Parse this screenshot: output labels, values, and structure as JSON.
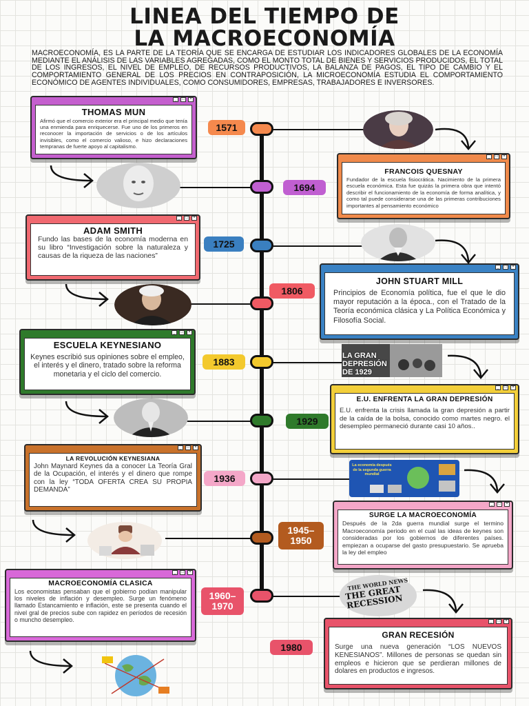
{
  "title": {
    "line1": "LINEA DEL TIEMPO DE",
    "line2": "LA MACROECONOMÍA"
  },
  "intro": "Macroeconomía, es la parte de la teoría que se encarga de estudiar los indicadores globales de la economía mediante el análisis de las variables agregadas, como el monto total de bienes y servicios producidos, el total de los ingresos, el nivel de empleo, de recursos productivos, la balanza de pagos, el tipo de cambio y el comportamiento general de los precios en contraposición, la microeconomía estudia el comportamiento económico de agentes individuales, como consumidores, empresas, trabajadores e inversores.",
  "window_controls": [
    "_",
    "□",
    "×"
  ],
  "events": [
    {
      "year": "1571",
      "color": "#f5894d"
    },
    {
      "year": "1694",
      "color": "#c05fd1"
    },
    {
      "year": "1725",
      "color": "#3a7fc0"
    },
    {
      "year": "1806",
      "color": "#f05a63"
    },
    {
      "year": "1883",
      "color": "#f3c92d"
    },
    {
      "year": "1929",
      "color": "#2f7a2b"
    },
    {
      "year": "1936",
      "color": "#f4a7c8"
    },
    {
      "year": "1945–1950",
      "color": "#b35b1f"
    },
    {
      "year": "1960–1970",
      "color": "#e8536a"
    },
    {
      "year": "1980",
      "color": "#e8536a"
    }
  ],
  "cards": {
    "thomas_mun": {
      "title": "THOMAS MUN",
      "text": "Afirmó que el comercio exterior era el principal medio que tenía una enmienda para enriquecerse. Fue uno de los primeros en reconocer la importación de servicios o de los artículos invisibles, como el comercio valioso, e hizo declaraciones tempranas de fuerte apoyo al capitalismo.",
      "color": "#c45fce"
    },
    "quesnay": {
      "title": "FRANCOIS QUESNAY",
      "text": "Fundador de la escuela fisiocrática. Nacimiento de la primera escuela económica. Esta fue quizás la primera obra que intentó describir el funcionamiento de la economía de forma analítica, y como tal puede considerarse una de las primeras contribuciones importantes al pensamiento económico",
      "color": "#f08a4b"
    },
    "adam_smith": {
      "title": "ADAM SMITH",
      "text": "Fundo las bases de la economía moderna en su libro “Investigación sobre la naturaleza y causas de la riqueza de las naciones”",
      "color": "#f06970"
    },
    "stuart_mill": {
      "title": "JOHN STUART MILL",
      "text": "Principios de Economía política, fue el que le dio mayor reputación a la época., con el Tratado de la Teoría económica clásica y La Política Económica y Filosofía Social.",
      "color": "#3a82c4"
    },
    "keynesiano": {
      "title": "ESCUELA KEYNESIANO",
      "text": "Keynes escribió sus opiniones sobre el empleo, el interés y el dinero, tratado sobre la reforma monetaria y el ciclo del comercio.",
      "color": "#2f7a2b"
    },
    "gran_depresion": {
      "title": "E.U. ENFRENTA LA GRAN DEPRESIÓN",
      "text": "E.U. enfrenta la crisis llamada la gran depresión a partir de la caída de la bolsa, conocido como martes negro. el desempleo permaneció durante casi 10 años..",
      "color": "#f3cf3a"
    },
    "revolucion": {
      "title": "LA REVOLUCIÓN KEYNESIANA",
      "text": "John Maynard Keynes da a conocer La Teoría Gral de la Ocupación, el interés y el dinero que rompe con la ley “TODA OFERTA CREA SU PROPIA DEMANDA”",
      "color": "#c9722b"
    },
    "surge": {
      "title": "SURGE LA MACROECONOMÍA",
      "text": "Después de la 2da guerra mundial surge el termino Macroeconomía periodo en el cual las ideas de keynes son consideradas por los gobiernos de diferentes países. empiezan a ocuparse del gasto presupuestario. Se aprueba la ley del empleo",
      "color": "#f4a7c8"
    },
    "clasica": {
      "title": "MACROECONOMÍA CLASICA",
      "text": "Los economistas pensaban que el gobierno podían manipular los niveles de inflación y desempleo. Surge un fenómeno llamado Estancamiento e inflación, este se presenta cuando el nivel gral de precios sube con rapidez en períodos de recesión o muncho desempleo.",
      "color": "#d868d8"
    },
    "gran_recesion": {
      "title": "GRAN RECESIÓN",
      "text": "Surge una nueva generación “LOS NUEVOS KENESIANOS”. Millones de personas se quedan sin empleos e hicieron que se perdieran millones de dolares en productos e ingresos.",
      "color": "#e8536a"
    }
  },
  "image_text": {
    "depresion_caption": "LA GRAN DEPRESIÓN DE 1929",
    "surge_caption": "La economía después de la segunda guerra mundial",
    "recesion_headline": "THE WORLD NEWS",
    "recesion_caption": "THE GREAT RECESSION"
  },
  "icons": [
    "portrait-icon",
    "curved-arrow-icon",
    "globe-icon",
    "window-controls-icon"
  ]
}
